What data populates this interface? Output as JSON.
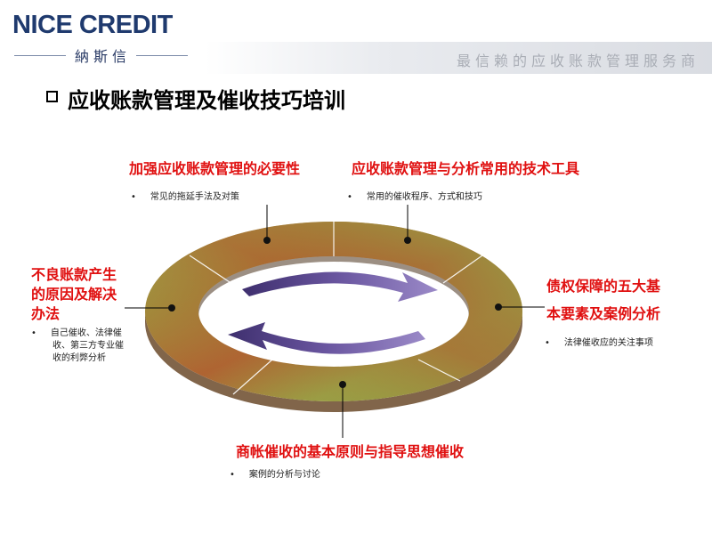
{
  "header": {
    "logo_name": "NICE CREDIT",
    "logo_sub": "納斯信",
    "slogan": "最信赖的应收账款管理服务商"
  },
  "title": "应收账款管理及催收技巧培训",
  "topics": {
    "top_left": {
      "heading": "加强应收账款管理的必要性",
      "bullet": "常见的拖延手法及对策"
    },
    "top_right": {
      "heading": "应收账款管理与分析常用的技术工具",
      "bullet": "常用的催收程序、方式和技巧"
    },
    "left": {
      "heading_lines": [
        "不良账款产生",
        "的原因及解决",
        "办法"
      ],
      "bullet_lines": [
        "自己催收、法律催",
        "收、第三方专业催",
        "收的利弊分析"
      ]
    },
    "right": {
      "heading_lines": [
        "债权保障的五大基",
        "本要素及案例分析"
      ],
      "bullet": "法律催收应的关注事项"
    },
    "bottom": {
      "heading": "商帐催收的基本原则与指导思想催收",
      "bullet": "案例的分析与讨论"
    }
  },
  "colors": {
    "navy": "#1f3a6e",
    "accent_red": "#e01010",
    "ring_green": "#8fb04a",
    "ring_rust": "#b0552d",
    "arrow_purple": "#6a56a0"
  }
}
